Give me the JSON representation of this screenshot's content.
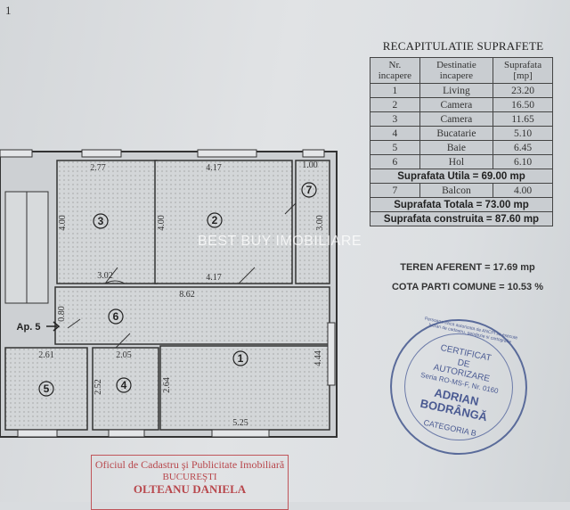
{
  "page_number": "1",
  "plan": {
    "rooms": [
      {
        "id": "1",
        "dims": [
          "2.64",
          "4.44",
          "5.25"
        ]
      },
      {
        "id": "2",
        "dims": [
          "4.17",
          "4.00",
          "4.17"
        ]
      },
      {
        "id": "3",
        "dims": [
          "2.77",
          "4.00",
          "3.02"
        ]
      },
      {
        "id": "4",
        "dims": [
          "2.05",
          "2.52"
        ]
      },
      {
        "id": "5",
        "dims": [
          "2.61"
        ]
      },
      {
        "id": "6",
        "dims": [
          "8.62",
          "0.80"
        ]
      },
      {
        "id": "7",
        "dims": [
          "1.00",
          "3.00"
        ]
      }
    ],
    "entrance_label": "Ap. 5"
  },
  "watermark": "BEST BUY IMOBILIARE",
  "recap": {
    "title": "RECAPITULATIE SUPRAFETE",
    "headers": [
      "Nr. incapere",
      "Destinatie incapere",
      "Suprafata [mp]"
    ],
    "rows": [
      [
        "1",
        "Living",
        "23.20"
      ],
      [
        "2",
        "Camera",
        "16.50"
      ],
      [
        "3",
        "Camera",
        "11.65"
      ],
      [
        "4",
        "Bucatarie",
        "5.10"
      ],
      [
        "5",
        "Baie",
        "6.45"
      ],
      [
        "6",
        "Hol",
        "6.10"
      ]
    ],
    "utila": "Suprafata Utila = 69.00 mp",
    "balcon": [
      "7",
      "Balcon",
      "4.00"
    ],
    "totala": "Suprafata Totala = 73.00 mp",
    "construita": "Suprafata construita = 87.60 mp"
  },
  "teren": "TEREN AFERENT = 17.69 mp",
  "cota": "COTA PARTI COMUNE = 10.53 %",
  "stamp": {
    "ring": "Persoana fizica autorizata de ANCPI sa execute lucrari de cadastru, geodezie si cartografie",
    "lines": [
      "CERTIFICAT",
      "DE",
      "AUTORIZARE",
      "Seria RO-MS-F, Nr. 0160",
      "ADRIAN",
      "BODRÂNGĂ",
      "CATEGORIA B"
    ]
  },
  "office_stamp": {
    "line1": "Oficiul de Cadastru şi Publicitate Imobiliară",
    "line2": "BUCUREŞTI",
    "name": "OLTEANU DANIELA"
  }
}
